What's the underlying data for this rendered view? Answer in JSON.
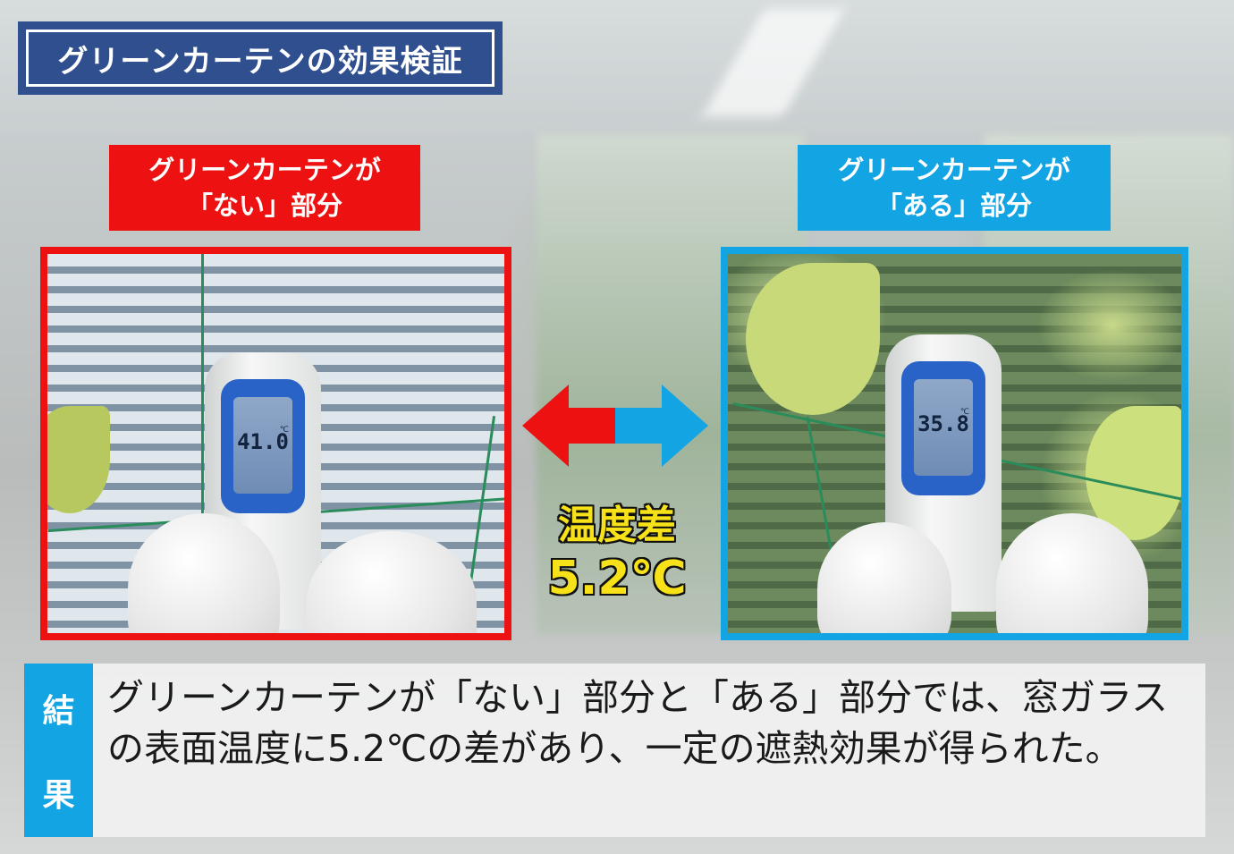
{
  "title": "グリーンカーテンの効果検証",
  "left": {
    "label_line1": "グリーンカーテンが",
    "label_line2": "「ない」部分",
    "reading": "41.0",
    "unit": "℃",
    "accent": "#ee1111"
  },
  "right": {
    "label_line1": "グリーンカーテンが",
    "label_line2": "「ある」部分",
    "reading": "35.8",
    "unit": "℃",
    "accent": "#12a4e3"
  },
  "difference": {
    "label": "温度差",
    "value": "5.2℃"
  },
  "result": {
    "tag_char1": "結",
    "tag_char2": "果",
    "text": "グリーンカーテンが「ない」部分と「ある」部分では、窓ガラスの表面温度に5.2℃の差があり、一定の遮熱効果が得られた。"
  }
}
